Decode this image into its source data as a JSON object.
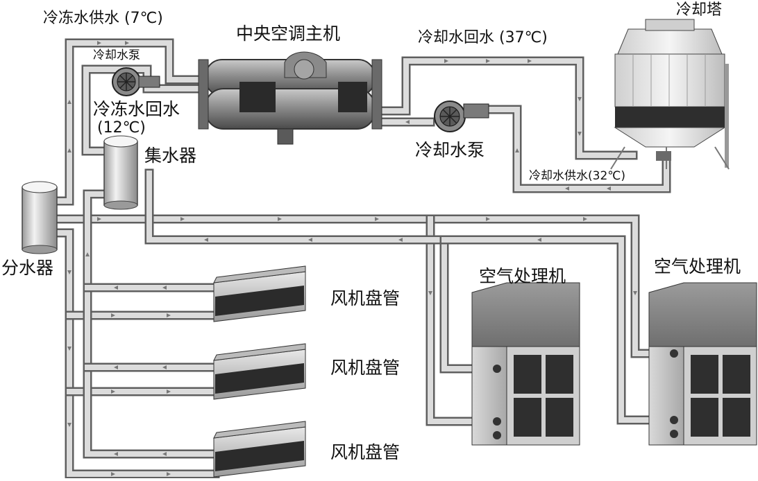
{
  "labels": {
    "chilled_supply": "冷冻水供水 (7℃)",
    "chiller": "中央空调主机",
    "cooling_return": "冷却水回水 (37℃)",
    "cooling_tower": "冷却塔",
    "cooling_pump_small": "冷却水泵",
    "chilled_return_1": "冷冻水回水",
    "chilled_return_2": "(12℃)",
    "collector": "集水器",
    "cooling_pump": "冷却水泵",
    "cooling_supply": "冷却水供水(32℃)",
    "distributor": "分水器",
    "ahu_1": "空气处理机",
    "ahu_2": "空气处理机",
    "fcu_1": "风机盘管",
    "fcu_2": "风机盘管",
    "fcu_3": "风机盘管"
  }
}
